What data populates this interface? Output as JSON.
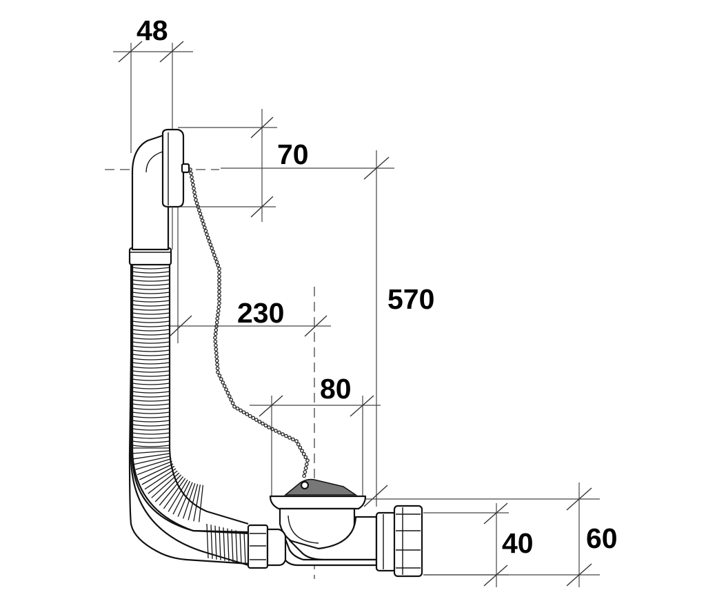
{
  "dimensions": {
    "overflow_width": "48",
    "overflow_plate_height": "70",
    "overflow_offset": "230",
    "plug_diameter": "80",
    "total_height": "570",
    "outlet_diameter": "40",
    "outlet_height": "60"
  },
  "colors": {
    "line": "#111111",
    "background": "#ffffff",
    "plug_cap": "#777777"
  }
}
